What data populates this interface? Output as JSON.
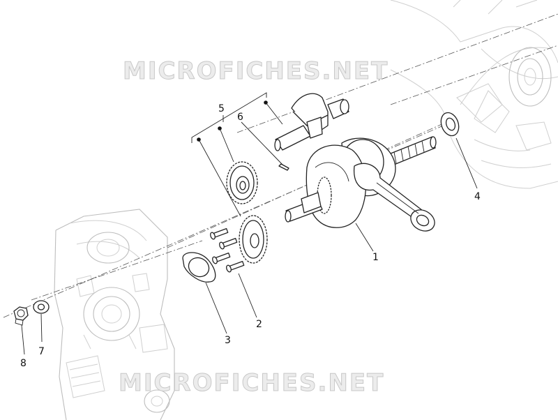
{
  "watermark": {
    "text": "MICROFICHES.NET"
  },
  "callouts": [
    {
      "id": "1",
      "label": "1"
    },
    {
      "id": "2",
      "label": "2"
    },
    {
      "id": "3",
      "label": "3"
    },
    {
      "id": "4",
      "label": "4"
    },
    {
      "id": "5",
      "label": "5"
    },
    {
      "id": "6",
      "label": "6"
    },
    {
      "id": "7",
      "label": "7"
    },
    {
      "id": "8",
      "label": "8"
    }
  ]
}
